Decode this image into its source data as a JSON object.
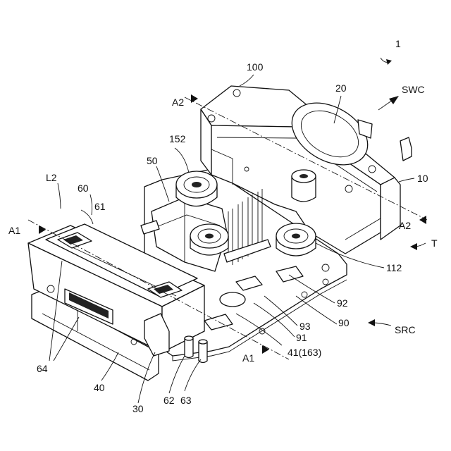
{
  "figure": {
    "labels": {
      "assembly": "1",
      "housing": "100",
      "motor": "20",
      "case": "10",
      "swc": "SWC",
      "a2_top": "A2",
      "a2_right": "A2",
      "a1_left": "A1",
      "a1_bottom": "A1",
      "t": "T",
      "src": "SRC",
      "l2": "L2",
      "holder": "60",
      "part61": "61",
      "part50": "50",
      "part152": "152",
      "part112": "112",
      "part92": "92",
      "part90": "90",
      "part93": "93",
      "part91": "91",
      "part41": "41(163)",
      "part64": "64",
      "part40": "40",
      "part30": "30",
      "part62": "62",
      "part63": "63"
    }
  }
}
